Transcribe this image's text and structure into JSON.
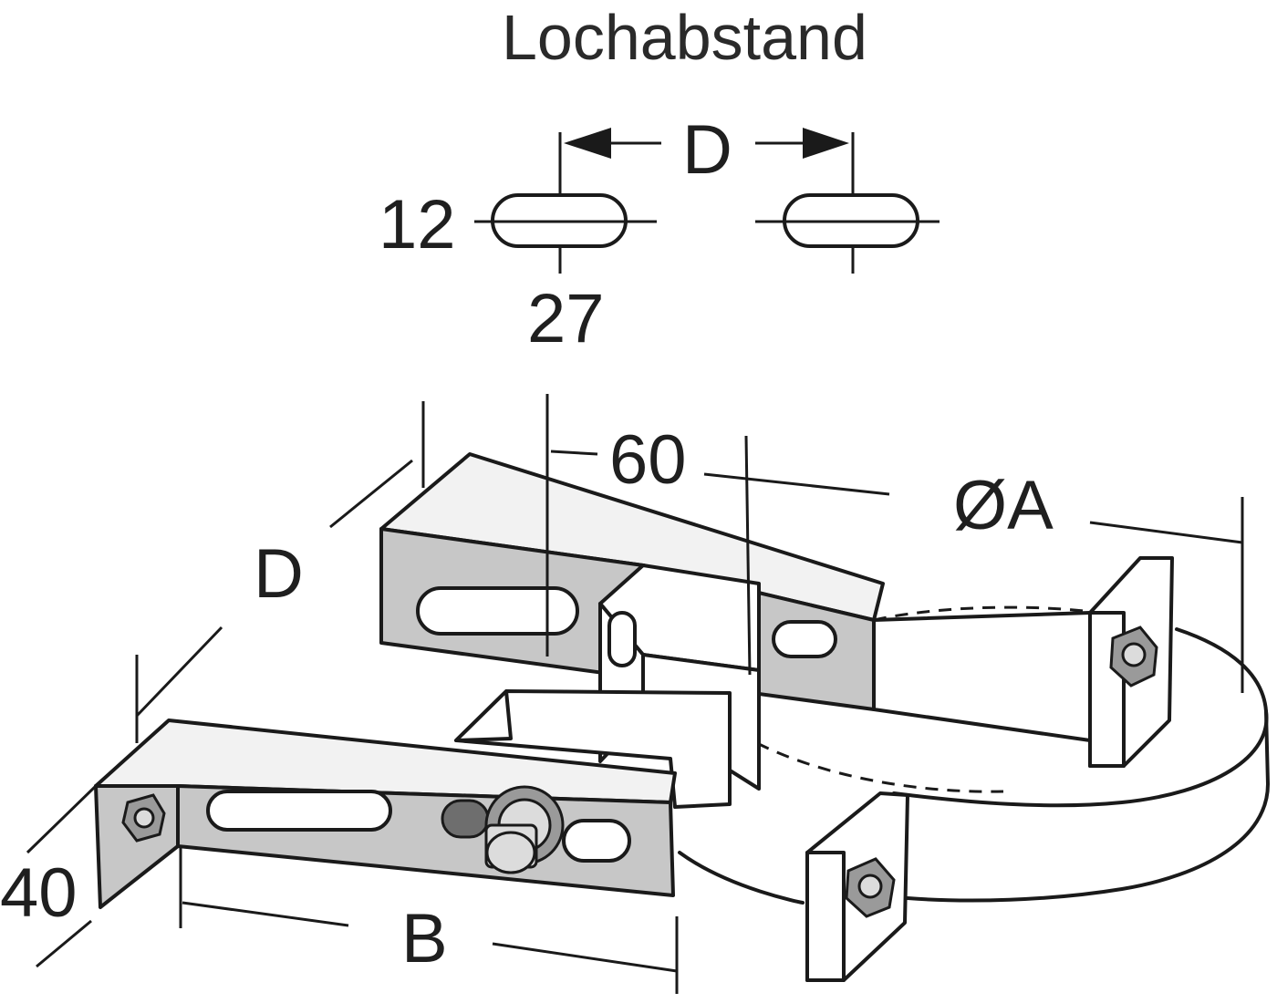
{
  "labels": {
    "title": "Lochabstand",
    "d_top": "D",
    "slot_height": "12",
    "slot_length": "27",
    "dim_60": "60",
    "diameter": "ØA",
    "d_side": "D",
    "dim_40": "40",
    "b": "B"
  }
}
